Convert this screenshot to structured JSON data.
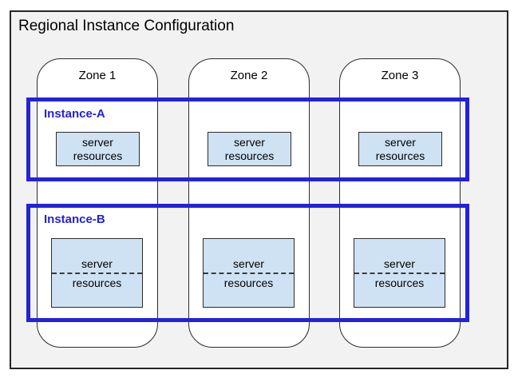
{
  "diagram": {
    "title": "Regional Instance Configuration",
    "zones": [
      {
        "label": "Zone 1"
      },
      {
        "label": "Zone 2"
      },
      {
        "label": "Zone 3"
      }
    ],
    "instances": [
      {
        "label": "Instance-A",
        "resources": [
          {
            "line1": "server",
            "line2": "resources"
          },
          {
            "line1": "server",
            "line2": "resources"
          },
          {
            "line1": "server",
            "line2": "resources"
          }
        ]
      },
      {
        "label": "Instance-B",
        "split_resources": true,
        "resources": [
          {
            "line1": "server",
            "line2": "resources"
          },
          {
            "line1": "server",
            "line2": "resources"
          },
          {
            "line1": "server",
            "line2": "resources"
          }
        ]
      }
    ],
    "colors": {
      "region_fill": "#f2f2f2",
      "region_border": "#262626",
      "zone_fill": "#ffffff",
      "zone_border": "#2b2b2b",
      "instance_border": "#2222dd",
      "instance_label_text": "#2222dd",
      "resource_fill": "#cfe2f3",
      "resource_border": "#2b2b2b",
      "text": "#000000"
    }
  }
}
